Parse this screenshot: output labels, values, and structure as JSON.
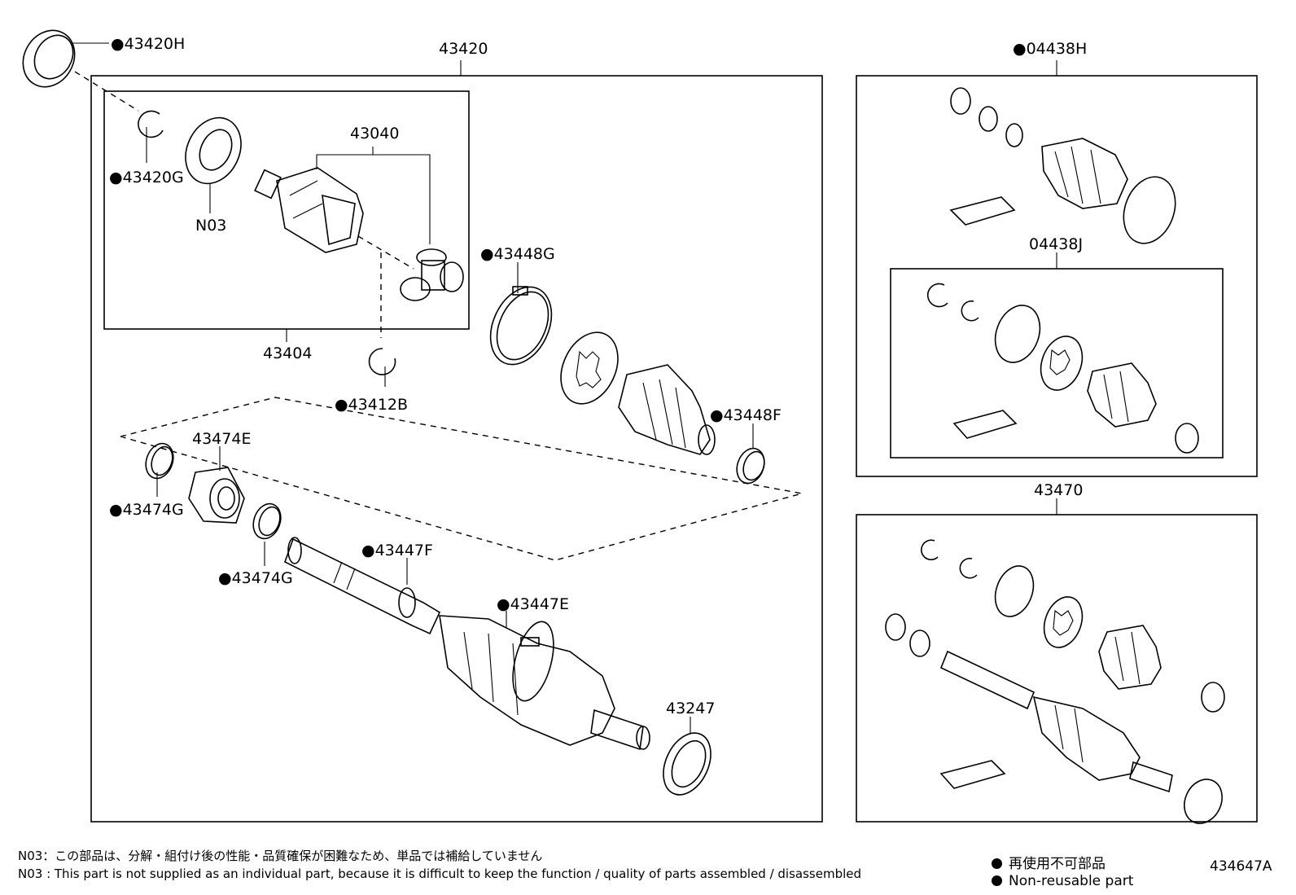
{
  "labels": {
    "p43420H": "●43420H",
    "p43420": "43420",
    "p43040": "43040",
    "p43420G": "●43420G",
    "N03": "N03",
    "p43404": "43404",
    "p43412B": "●43412B",
    "p43448G": "●43448G",
    "p43448F": "●43448F",
    "p43474E": "43474E",
    "p43474G_a": "●43474G",
    "p43474G_b": "●43474G",
    "p43447F": "●43447F",
    "p43447E": "●43447E",
    "p43247": "43247",
    "p04438H": "●04438H",
    "p04438J": "04438J",
    "p43470": "43470"
  },
  "notes": {
    "jp": "N03：この部品は、分解・組付け後の性能・品質確保が困難なため、単品では補給していません",
    "en": "N03 : This part is not supplied as an individual part, because it is difficult to keep the function / quality of parts  assembled / disassembled"
  },
  "legend": {
    "jp": "再使用不可部品",
    "en": "Non-reusable part"
  },
  "figure_id": "434647A"
}
